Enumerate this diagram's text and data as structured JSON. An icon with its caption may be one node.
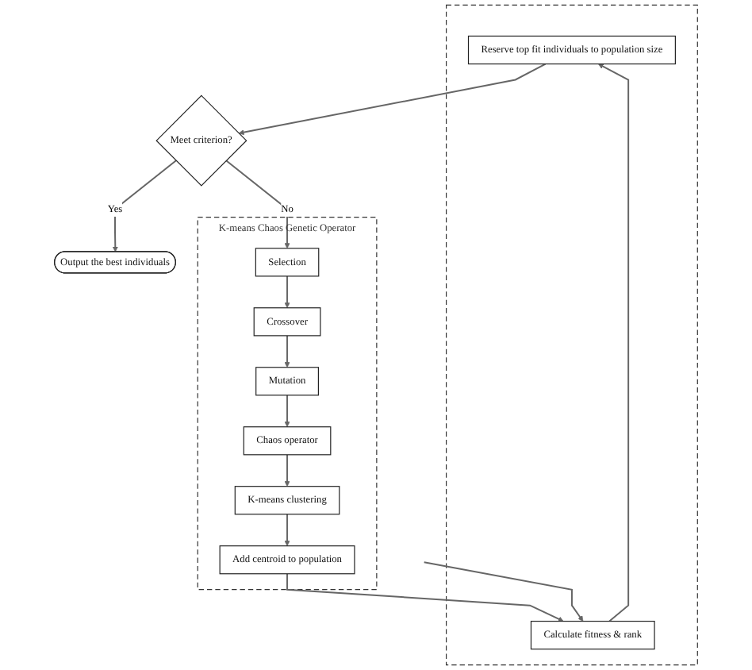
{
  "diagram": {
    "nodes": [
      {
        "text": [],
        "shape": "box"
      },
      {
        "text": [
          "Reserve top fit individuals to population size"
        ],
        "in": 0
      },
      {
        "text": [
          "Calculate fitness & rank"
        ],
        "in": 0
      },
      {
        "text": [
          "Meet criterion?"
        ]
      },
      {
        "text": [
          "Output the best individuals"
        ]
      },
      {
        "text": [
          "K-means Chaos Genetic Operator"
        ]
      },
      {
        "text": [
          "Selection"
        ],
        "in": 5
      },
      {
        "text": [
          "Add centroid to population"
        ],
        "in": 5
      },
      {
        "text": [
          "Crossover"
        ],
        "in": 5
      },
      {
        "text": [
          "K-means clustering"
        ],
        "in": 5
      },
      {
        "text": [
          "Mutation"
        ],
        "in": 5
      },
      {
        "text": [
          "Chaos operator"
        ],
        "in": 5
      }
    ],
    "edges": [
      {
        "from": null,
        "to": 2,
        "arrow": "to"
      },
      {
        "from": 2,
        "to": 1,
        "arrow": "to"
      },
      {
        "from": 1,
        "to": 3,
        "arrow": "to"
      },
      {
        "from": 3,
        "to": 4,
        "arrow": "to",
        "label": "Yes"
      },
      {
        "from": 3,
        "to": 6,
        "arrow": "to",
        "label": "No"
      },
      {
        "from": 6,
        "to": 8,
        "arrow": "to"
      },
      {
        "from": 8,
        "to": 10,
        "arrow": "to"
      },
      {
        "from": 10,
        "to": 11,
        "arrow": "to"
      },
      {
        "from": 11,
        "to": 9,
        "arrow": "to"
      },
      {
        "from": 9,
        "to": 7,
        "arrow": "to"
      },
      {
        "from": 7,
        "to": 2,
        "arrow": "to"
      }
    ]
  }
}
